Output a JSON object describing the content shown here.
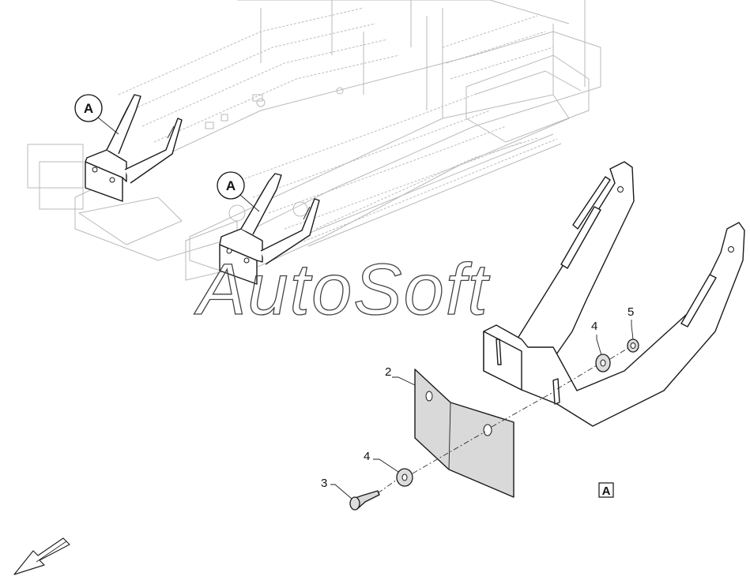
{
  "diagram": {
    "watermark": "AutoSoft",
    "view_callouts": [
      {
        "label": "A"
      },
      {
        "label": "A"
      }
    ],
    "view_box_label": "A",
    "part_labels": [
      {
        "number": "2"
      },
      {
        "number": "3"
      },
      {
        "number": "4"
      },
      {
        "number": "4"
      },
      {
        "number": "5"
      }
    ]
  }
}
